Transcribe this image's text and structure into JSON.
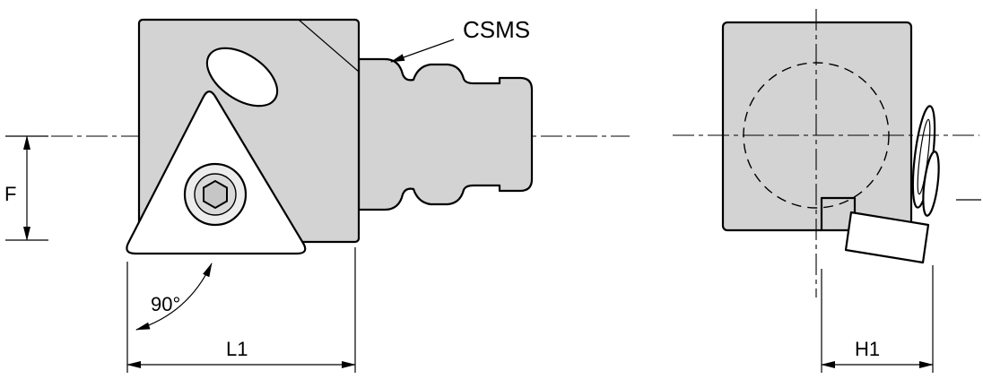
{
  "drawing": {
    "labels": {
      "coupling": "CSMS",
      "dim_f": "F",
      "angle": "90°",
      "dim_l1": "L1",
      "dim_h1": "H1"
    },
    "colors": {
      "body_fill": "#d3d3d3",
      "insert_fill": "#ffffff",
      "line": "#000000",
      "background": "#ffffff"
    }
  }
}
